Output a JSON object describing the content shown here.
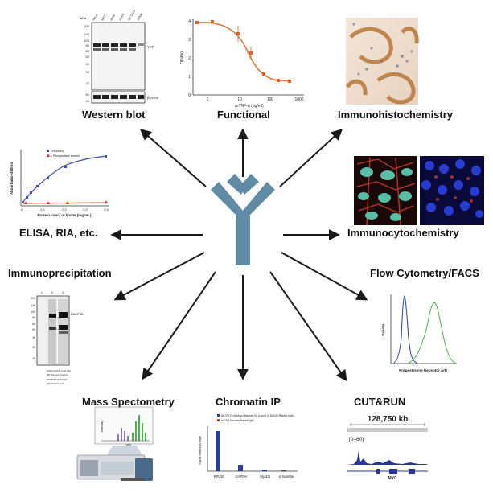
{
  "center": {
    "icon": "antibody-y-icon",
    "color": "#5f8ca4"
  },
  "labels": {
    "western": "Western blot",
    "functional": "Functional",
    "ihc": "Immunohistochemistry",
    "elisa": "ELISA, RIA, etc.",
    "icc": "Immunocytochemistry",
    "ip": "Immunoprecipitation",
    "flow": "Flow Cytometry/FACS",
    "mass": "Mass Spectometry",
    "chip": "Chromatin IP",
    "cutrun": "CUT&RUN"
  },
  "western_blot": {
    "kda_label": "kDa",
    "lanes": [
      "HeLa",
      "MCF7",
      "A549",
      "A-204",
      "SK-OV-3",
      "Jurkat"
    ],
    "markers": [
      "200",
      "140",
      "100",
      "80",
      "60",
      "50",
      "40",
      "30",
      "20"
    ],
    "lower_markers": [
      "50",
      "40"
    ],
    "bands": [
      "YAP",
      "β-Actin"
    ]
  },
  "functional_plot": {
    "ylabel": "OD450",
    "xlabel": "mTNF-α (pg/ml)",
    "yticks": [
      "0",
      "1",
      "2",
      "3",
      "4"
    ],
    "xticks": [
      "1",
      "10",
      "100",
      "1000"
    ],
    "line_color": "#e07a3a",
    "point_color": "#e0602a"
  },
  "elisa_plot": {
    "ylabel": "Absorbance450nm",
    "xlabel": "Protein conc. of lysate (mg/mL)",
    "xticks": [
      "0",
      "0.1",
      "0.2",
      "0.3",
      "0.4"
    ],
    "legend": [
      "Untreated",
      "λ Phosphatase treated"
    ],
    "series_colors": [
      "#3a4fa8",
      "#d23a2a"
    ]
  },
  "ip_blot": {
    "lanes": [
      "1",
      "2",
      "3"
    ],
    "band": "DNMT3B",
    "markers": [
      "200",
      "140",
      "100",
      "80",
      "60",
      "50",
      "40",
      "30",
      "20"
    ],
    "conditions": [
      "Rabbit (DA1) mAb IgG",
      "(R)* Isotype Control",
      "DNMT3B (D7O7O)",
      "(R)* Rabbit mAb"
    ]
  },
  "flow_plot": {
    "ylabel": "Events",
    "xlabel": "Progesterone Receptor A/B",
    "series_colors": [
      "#2a3fa0",
      "#4caf50"
    ]
  },
  "chip_plot": {
    "legend": [
      "#9729 Di-Methyl-Histone H3 (Lys4) (C64G9) Rabbit mAb",
      "#2729 Normal Rabbit IgG"
    ],
    "ylabel": "Signal relative to input",
    "categories": [
      "RPL30",
      "GAPDH",
      "MyoD1",
      "α Satellite"
    ],
    "series_colors": [
      "#2a3f8a",
      "#d23a2a"
    ]
  },
  "cutrun": {
    "coord": "128,750 kb",
    "range": "[0–60]",
    "gene": "MYC",
    "track_color": "#2a3590"
  },
  "mass_spec": {
    "axis": "m/z",
    "yaxis": "Intensity"
  }
}
